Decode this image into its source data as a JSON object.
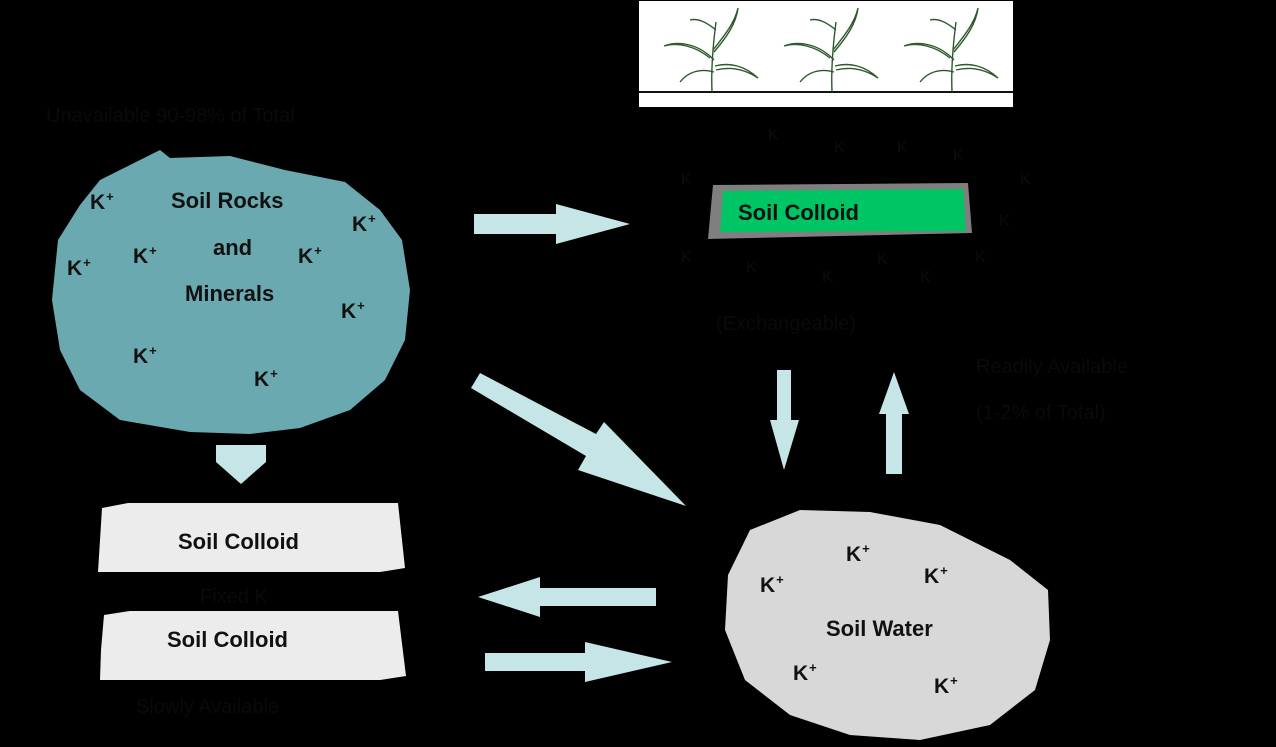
{
  "top_note": "Unavailable 90-98% of Total",
  "rock": {
    "line1": "Soil Rocks",
    "line2": "and",
    "line3": "Minerals"
  },
  "colloid_top": {
    "label": "Soil Colloid"
  },
  "colloid_top_caption": "(Exchangeable)",
  "readily_available": {
    "line1": "Readily Available",
    "line2": "(1-2% of Total)"
  },
  "colloid_left_1": {
    "label": "Soil Colloid"
  },
  "fixed_label": "Fixed K",
  "colloid_left_2": {
    "label": "Soil Colloid"
  },
  "slowly_available": "Slowly Available",
  "soil_water": {
    "label": "Soil Water"
  },
  "ion": {
    "label": "K",
    "charge": "+"
  },
  "colors": {
    "background": "#000000",
    "rock_fill": "#6aa9b0",
    "arrow_fill": "#c6e5e6",
    "colloid_green": "#00c565",
    "colloid_frame": "#7f7f7f",
    "colloid_grey": "#ececec",
    "water_fill": "#d8d8d8"
  }
}
